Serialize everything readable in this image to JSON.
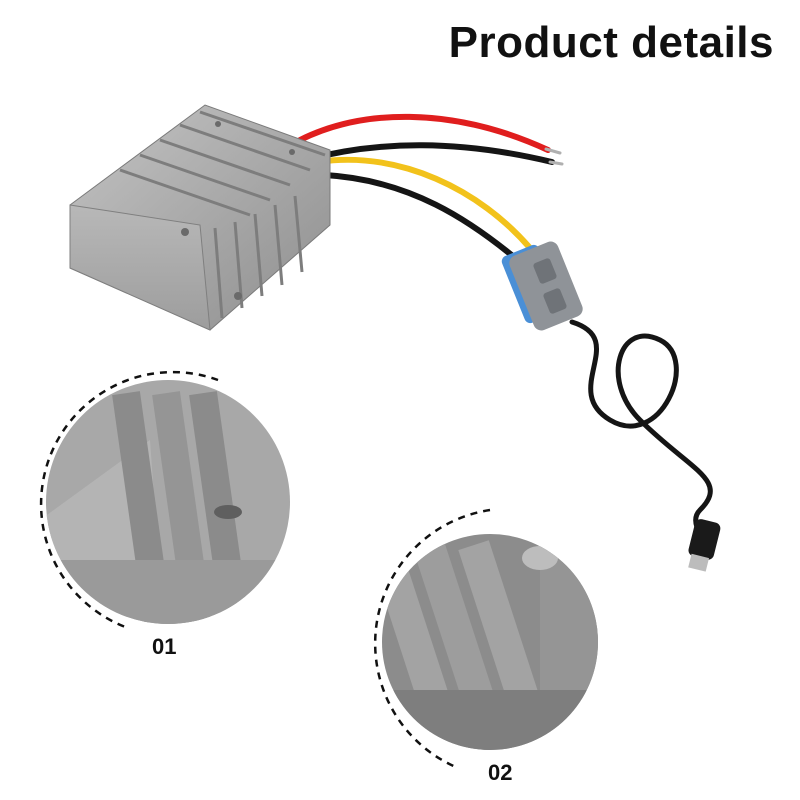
{
  "header": {
    "title": "Product details"
  },
  "details": [
    {
      "label": "01"
    },
    {
      "label": "02"
    }
  ],
  "colors": {
    "housing": "#a9a9a9",
    "wire_red": "#e01e1e",
    "wire_black": "#151515",
    "wire_yellow": "#f2c21b",
    "connector_gray": "#8f9398",
    "connector_blue": "#4a8fd6"
  }
}
